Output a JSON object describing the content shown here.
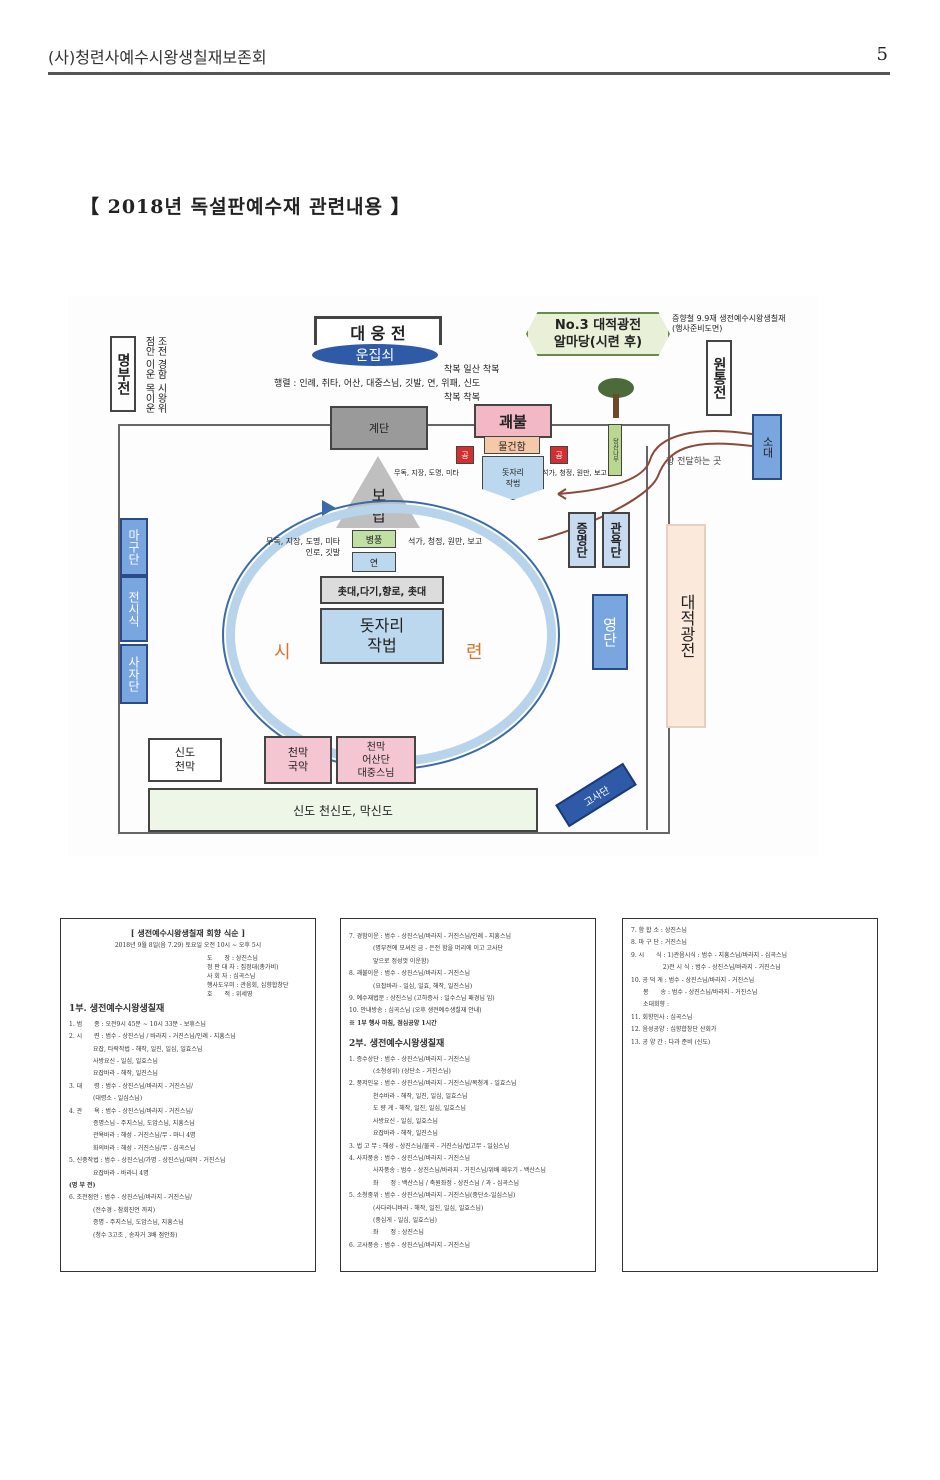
{
  "header": {
    "org": "(사)청련사예수시왕생칠재보존회",
    "page": "5"
  },
  "title": "【 2018년 독설판예수재 관련내용 】",
  "diagram": {
    "daeungjeon": "대 웅 전",
    "unjipsoe": "운집쇠",
    "no3": "No.3 대적광전",
    "almadang": "알마당(시련 후)",
    "note_right": [
      "증향철 9.9재 생전예수시왕생칠재",
      "(행사준비도면)"
    ],
    "myeongbujeon": "명부전",
    "wontongjeon": "원통전",
    "left_col": [
      "조전점안",
      "경함이운",
      "시왕위목이운"
    ],
    "chakbok": [
      "착복 일산 착복",
      "행렬 : 인례, 취타, 어산, 대중스님, 깃발, 연, 위패, 신도",
      "착복 착복"
    ],
    "gyedan": "계단",
    "gwaebul": "괘불",
    "mulgeonham": "물건함",
    "gong_label": "공",
    "mujeon_l": "무독, 지장, 도명, 미타",
    "dot_small": [
      "돗자리",
      "작법"
    ],
    "mujeon_r": "석가, 청정, 원만, 보고",
    "tree_label": "당산나무",
    "sodae": "소대",
    "jeondal": "향 전달하는 곳",
    "botap": [
      "보",
      "탑"
    ],
    "ring_left": [
      "무독, 지장, 도명, 미타",
      "인로, 깃발"
    ],
    "byeongpung": "병풍",
    "ring_right": "석가, 청정, 원만, 보고",
    "yeon": "연",
    "chotdae": "촛대,다기,향로, 촛대",
    "dotjari": [
      "돗자리",
      "작법"
    ],
    "si": "시",
    "ryeon": "련",
    "magudan": "마구단",
    "jeonsisik": "전시식",
    "sajadan": "사자단",
    "jeungmyeong": "증명단",
    "gwanyok": "관욕단",
    "yeongdan": "영단",
    "daejeok": "대적광전",
    "sindo_chunmak": [
      "신도",
      "천막"
    ],
    "chunmak_gukak": [
      "천막",
      "국악"
    ],
    "chunmak_eosan": [
      "천막",
      "어산단",
      "대중스님"
    ],
    "sindo_bottom": "신도 천신도, 막신도",
    "gosadan": "고사단"
  },
  "doc1": {
    "title": "[ 생전예수시왕생칠재 회향 식순 ]",
    "date": "2018년 9월 8일(음 7.29) 토요일 오전 10시 ~ 오후 5시",
    "roles": [
      "도　　장 : 상진스님",
      "정 판 대 자 : 집정대(총가비)",
      "사 회 자 : 심곡스님",
      "행사도우미 : 관음회, 십향합창단",
      "호　　적 : 위세영"
    ],
    "part1": "1부. 생전예수시왕생칠재",
    "lines": [
      "1. 범　　종 : 오전9시 45분 ~ 10시 33분 - 보휴스님",
      "2. 시　　련 : 범수 - 상진스님 / 바라지 - 거진스님/인례 - 지흥스님",
      "　　　　요잡, 타락작법 - 해작, 일진, 일심, 일효스님",
      "　　　　사방요신 - 일심, 일효스님",
      "　　　　요잡바라 - 해작, 일진스님",
      "3. 대　　령 : 범수 - 상진스님/바라지 - 거진스님/",
      "　　　　(대령소 - 일심스님)",
      "4. 관　　욕 : 범수 - 상진스님/바라지 - 거진스님/",
      "　　　　증명스님 - 주지스님, 도암스님, 지흥스님",
      "　　　　관욕바라 : 해성 - 거진스님/무 - 마니 4명",
      "　　　　화의바라 : 해성 - 거진스님/무 - 심곡스님",
      "5. 신중작법 : 범수 - 상진스님/가명 - 상진스님/대작 - 거진스님",
      "　　　　요잡바라 - 바라니 4명"
    ],
    "sub": "(명 부 전)",
    "lines2": [
      "6. 조전점안 : 범수 - 상진스님/바라지 - 거진스님/",
      "　　　　(전수경 - 참회진언 까지)",
      "　　　　증명 - 주지스님, 도암스님, 지흥스님",
      "　　　　(청수 3고조 , 송자거 3배 점안좌)"
    ]
  },
  "doc2": {
    "lines": [
      "7. 경함이운 : 범수 - 상진스님/바라지 - 거진스님/인례 - 지흥스님",
      "　　　　(명부전에 모셔진 금 - 은전 함을 머리에 이고 고사단",
      "　　　　앞으로 정성껏 이운함)",
      "8. 괘불이운 : 범수 - 상진스님/바라지 - 거진스님",
      "　　　　(요잡바라 - 일심, 일효, 해작, 일진스님)",
      "9. 예수재법문 : 상진스님 (고하증사 : 일수스님 패경님 임)",
      "10. 안내방송 : 심곡스님 (오후 생전예수생칠재 안내)",
      "※ 1부 행사 마침, 점심공양 1시간"
    ],
    "part2": "2부. 생전예수시왕생칠재",
    "lines2": [
      "1. 증수상단 : 범수 - 상진스님/바라지 - 거진스님",
      "　　　　(소청성위) (상단소 - 거진스님)",
      "2. 풍저인유 : 범수 - 상진스님/바라지 - 거진스님/복청게 - 일효스님",
      "　　　　천수바라 - 해작, 일진, 일심, 일효스님",
      "　　　　도 량 게 - 해작, 일진, 일심, 일효스님",
      "　　　　사방요신 - 일심, 일효스님",
      "　　　　요잡바라 - 해작, 일진스님",
      "3. 법 고 무 : 해성 - 상진스님/물곡 - 거진스님/법고무 - 일심스님",
      "4. 사자풍송 : 범수 - 상진스님/바라지 - 거진스님",
      "　　　　사자풍송 : 범수 - 상진스님/바라지 - 거진스님/위배 때우기 - 백산스님",
      "　　　　좌　　정 : 백산스님 / 축원좌정 - 상진스님 / 과 - 심곡스님",
      "5. 소청중위 : 범수 - 상진스님/바라지 - 거진스님(중단소-일심스님)",
      "　　　　(사다라니바라 - 해작, 일진, 일심, 일효스님)",
      "　　　　(중심게 - 일심, 일효스님)",
      "　　　　좌　　정 : 상진스님",
      "6. 고사풍송 : 범수 - 상진스님/바라지 - 거진스님"
    ]
  },
  "doc3": {
    "lines": [
      "7. 함 합 소 : 상진스님",
      "8. 마 구 단 : 거진스님",
      "9. 시　　식 : 1)관음시식 : 범수 - 지흥스님/바라지 - 심곡스님",
      "　　　　　 2)전 시 식 : 범수 - 상진스님/바라지 - 거진스님",
      "10. 공 덕 게 : 범수 - 상진스님/바라지 - 거진스님",
      "　　봉　　송 : 범수 - 상진스님/바라지 - 거진스님",
      "　　소대회향 :",
      "11. 회향인사 : 심곡스님",
      "12. 음성공양 : 십향합창단 산회가",
      "13. 공 양 간 : 다과 준비 (신도)"
    ]
  }
}
